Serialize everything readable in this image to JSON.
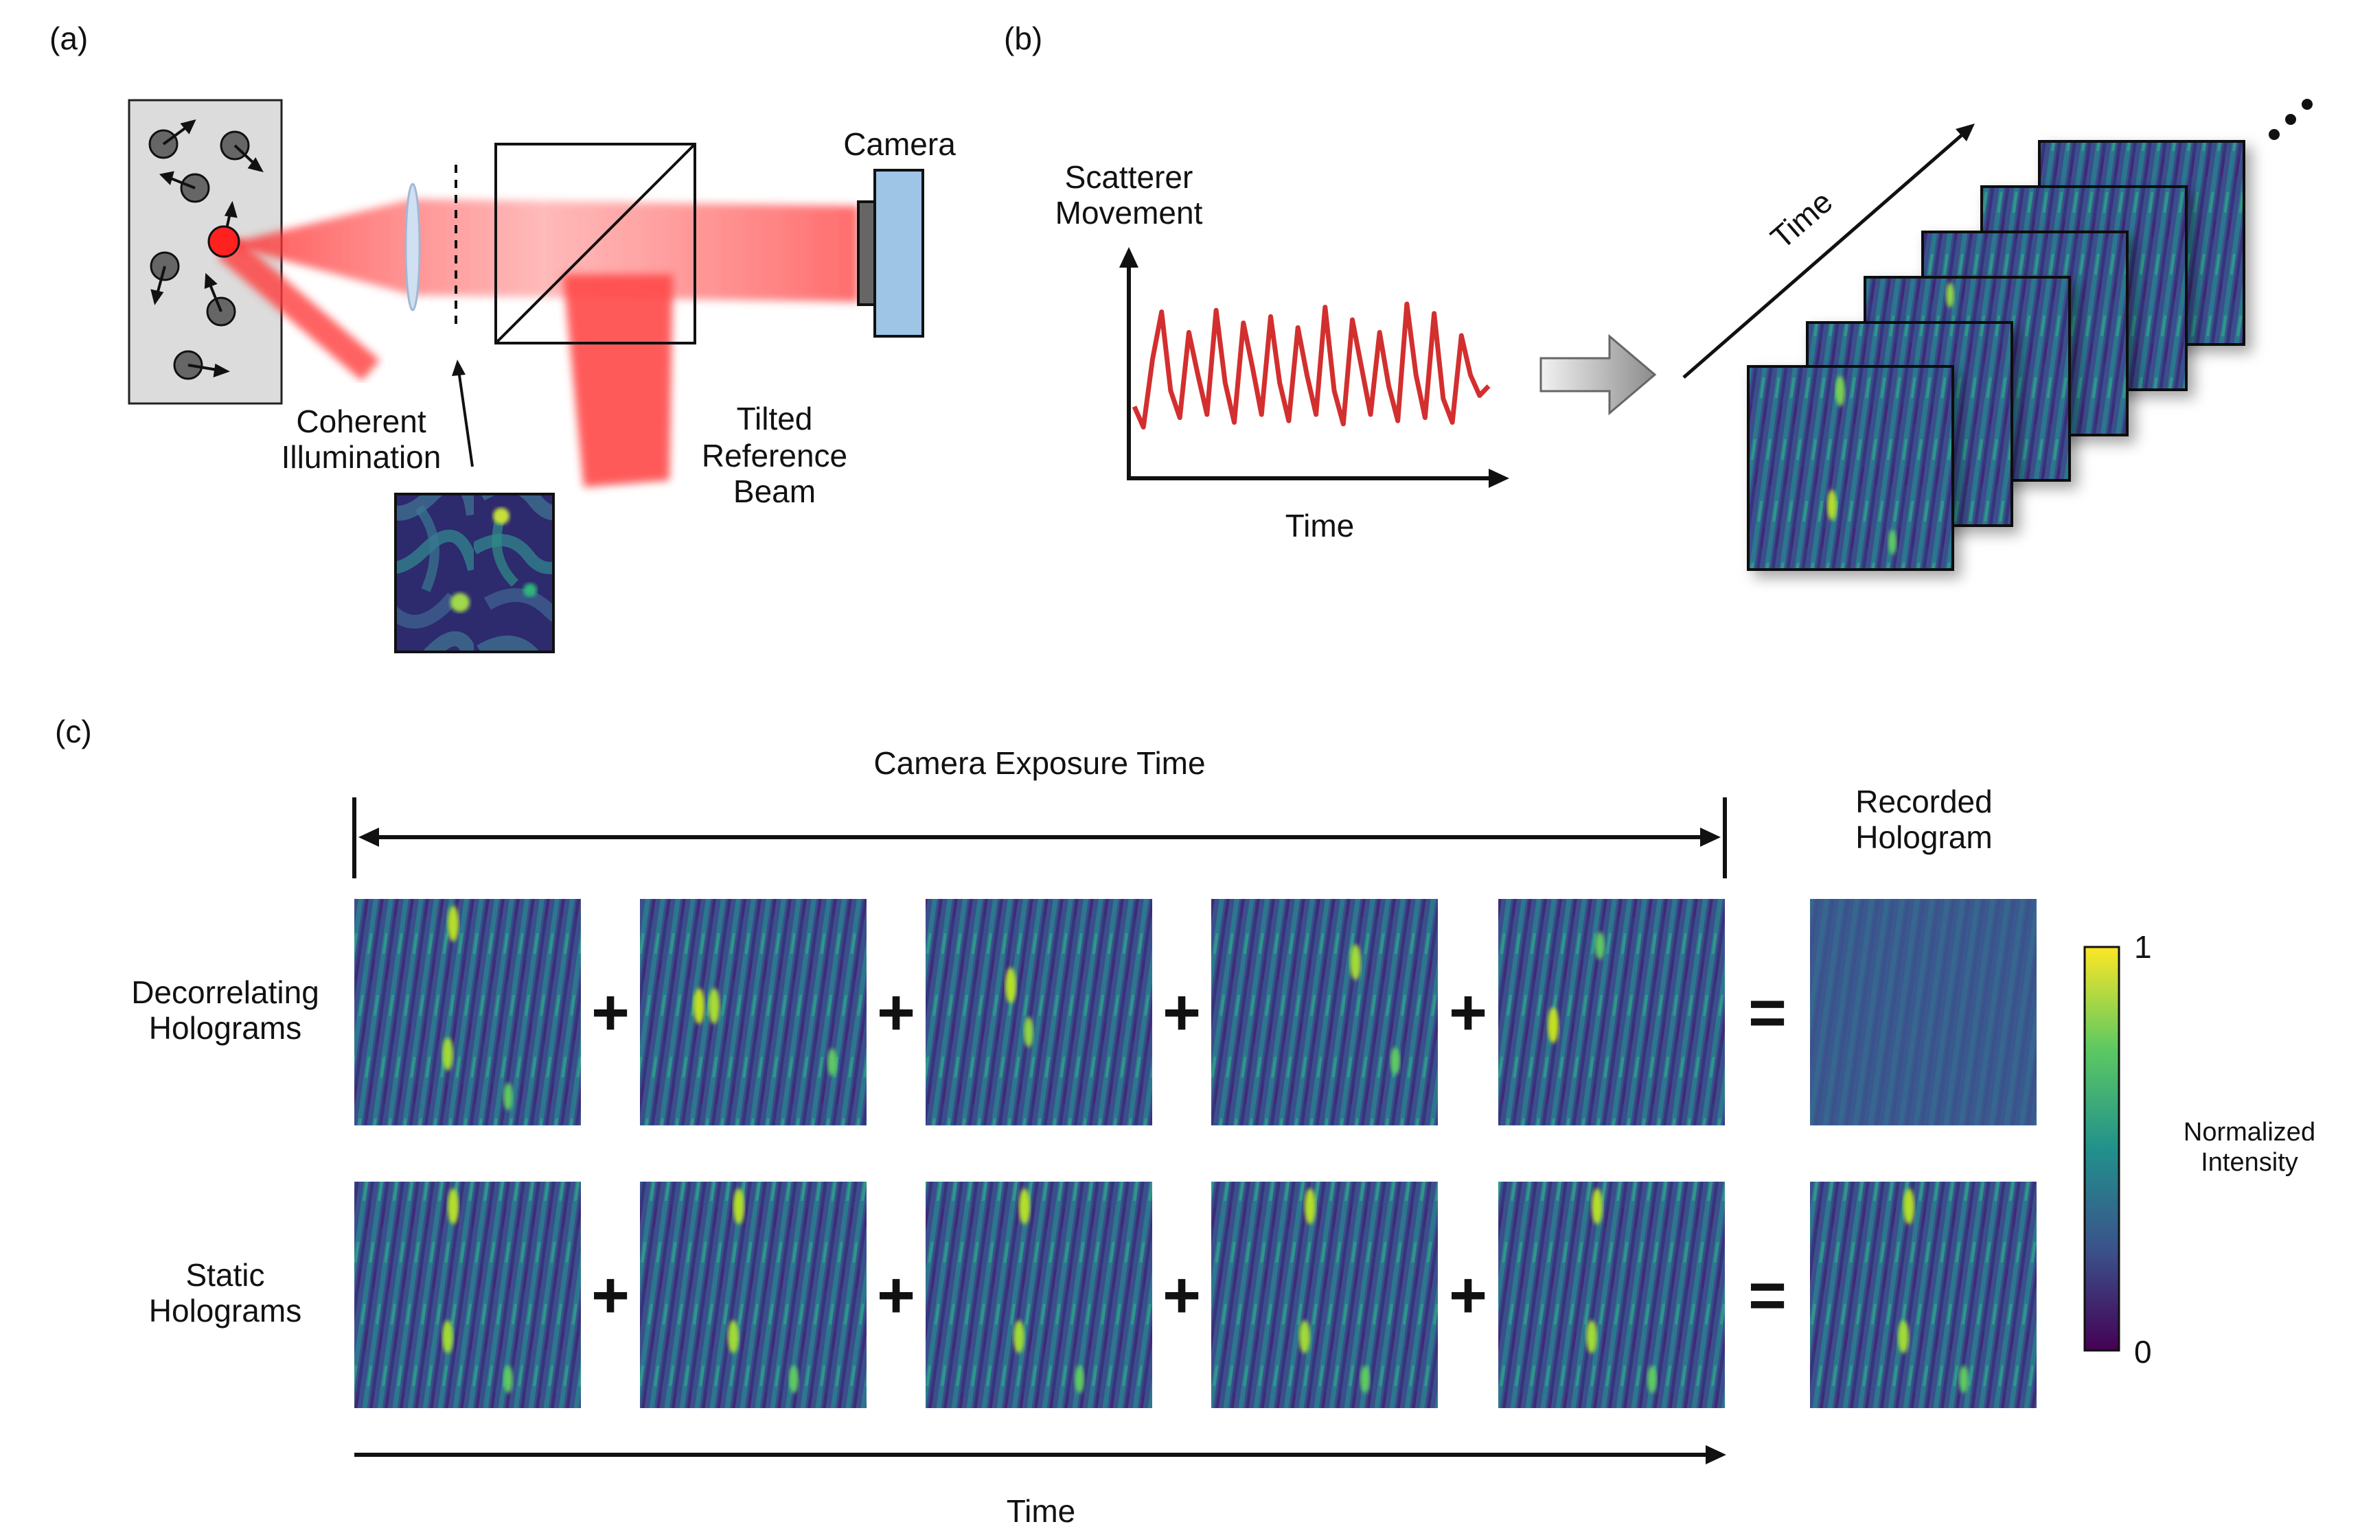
{
  "panels": {
    "a": "(a)",
    "b": "(b)",
    "c": "(c)"
  },
  "panel_a": {
    "camera_label": "Camera",
    "illumination_label_1": "Coherent",
    "illumination_label_2": "Illumination",
    "reference_label_1": "Tilted",
    "reference_label_2": "Reference",
    "reference_label_3": "Beam"
  },
  "panel_b": {
    "ylabel_1": "Scatterer",
    "ylabel_2": "Movement",
    "xlabel": "Time",
    "stack_axis_label": "Time",
    "signal": [
      0.25,
      0.12,
      0.55,
      0.85,
      0.35,
      0.18,
      0.72,
      0.45,
      0.2,
      0.86,
      0.4,
      0.15,
      0.78,
      0.5,
      0.2,
      0.82,
      0.4,
      0.16,
      0.75,
      0.45,
      0.2,
      0.88,
      0.35,
      0.14,
      0.8,
      0.5,
      0.2,
      0.72,
      0.38,
      0.16,
      0.9,
      0.45,
      0.18,
      0.84,
      0.3,
      0.15,
      0.7,
      0.45,
      0.32,
      0.38
    ]
  },
  "panel_c": {
    "exposure_label": "Camera Exposure Time",
    "recorded_label_1": "Recorded",
    "recorded_label_2": "Hologram",
    "row1_label_1": "Decorrelating",
    "row1_label_2": "Holograms",
    "row2_label_1": "Static",
    "row2_label_2": "Holograms",
    "plus": "+",
    "equals": "=",
    "time_label": "Time",
    "colorbar_label_1": "Normalized",
    "colorbar_label_2": "Intensity",
    "colorbar_max": "1",
    "colorbar_min": "0"
  },
  "colors": {
    "laser_red": "#ff3b3b",
    "signal_red": "#d32f2f",
    "camera_blue": "#9ec4e6",
    "sample_gray": "#dcdcdc",
    "viridis_dark": "#440154",
    "viridis_blue": "#3b528b",
    "viridis_teal": "#21918c",
    "viridis_green": "#5ec962",
    "viridis_yellow": "#fde725"
  }
}
